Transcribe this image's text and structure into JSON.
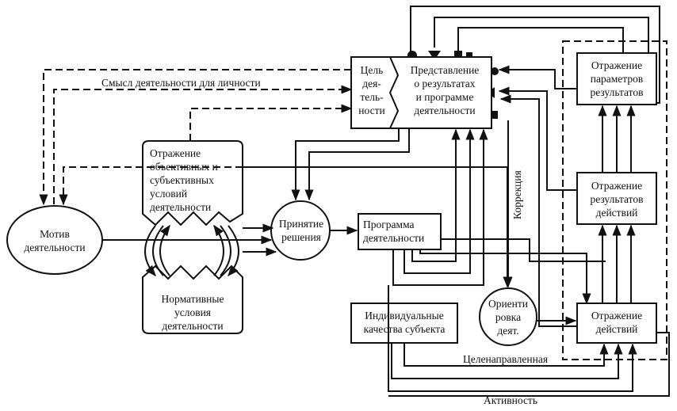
{
  "nodes": {
    "motive": "Мотив деятельности",
    "goal_lines": [
      "Цель",
      "дея-",
      "тель-",
      "ности"
    ],
    "representation_lines": [
      "Представление",
      "о результатах",
      "и программе",
      "деятельности"
    ],
    "reflection_conditions_lines": [
      "Отражение",
      "объективных и",
      "субъективных",
      "условий",
      "деятельности"
    ],
    "normative_lines": [
      "Нормативные",
      "условия",
      "деятельности"
    ],
    "decision_lines": [
      "Принятие",
      "решения"
    ],
    "program_lines": [
      "Программа",
      "деятельности"
    ],
    "individual_lines": [
      "Индивидуальные",
      "качества субъекта"
    ],
    "orientation_lines": [
      "Ориенти",
      "ровка",
      "деят."
    ],
    "params_lines": [
      "Отражение",
      "параметров",
      "результатов"
    ],
    "results_lines": [
      "Отражение",
      "результатов",
      "действий"
    ],
    "actions_lines": [
      "Отражение",
      "действий"
    ]
  },
  "edge_labels": {
    "meaning": "Смысл деятельности для личности",
    "correction": "Коррекция",
    "purposeful": "Целенаправленная",
    "activity": "Активность"
  }
}
